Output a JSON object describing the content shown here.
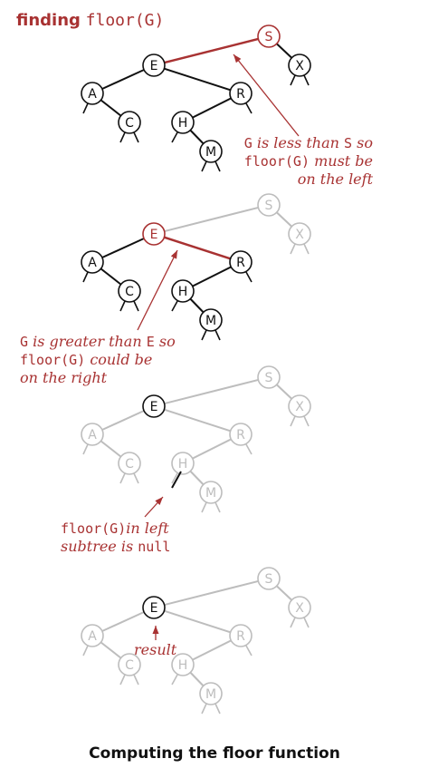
{
  "title": {
    "prefix": "finding",
    "code": "floor(G)"
  },
  "caption": "Computing the floor function",
  "colors": {
    "black": "#111111",
    "red": "#a83232",
    "gray": "#bdbdbd"
  },
  "panels": [
    {
      "id": "step1",
      "node_states": {
        "S": "red",
        "E": "black",
        "X": "black",
        "A": "black",
        "R": "black",
        "C": "black",
        "H": "black",
        "M": "black"
      },
      "edge_states": {
        "S-E": "red",
        "S-X": "black",
        "E-A": "black",
        "E-R": "black",
        "A-C": "black",
        "R-H": "black",
        "H-M": "black"
      },
      "annotation": {
        "lines": [
          [
            {
              "t": "G",
              "mono": true
            },
            {
              "t": " is less than "
            },
            {
              "t": "S",
              "mono": true
            },
            {
              "t": " so"
            }
          ],
          [
            {
              "t": "floor(G)",
              "mono": true
            },
            {
              "t": " must be"
            }
          ],
          [
            {
              "t": "on the left"
            }
          ]
        ]
      }
    },
    {
      "id": "step2",
      "node_states": {
        "S": "gray",
        "X": "gray",
        "E": "red",
        "A": "black",
        "R": "black",
        "C": "black",
        "H": "black",
        "M": "black"
      },
      "edge_states": {
        "S-E": "gray",
        "S-X": "gray",
        "E-A": "black",
        "E-R": "red",
        "A-C": "black",
        "R-H": "black",
        "H-M": "black"
      },
      "annotation": {
        "lines": [
          [
            {
              "t": "G",
              "mono": true
            },
            {
              "t": " is greater than "
            },
            {
              "t": "E",
              "mono": true
            },
            {
              "t": " so"
            }
          ],
          [
            {
              "t": "floor(G)",
              "mono": true
            },
            {
              "t": " could be"
            }
          ],
          [
            {
              "t": "on the right"
            }
          ]
        ]
      }
    },
    {
      "id": "step3",
      "node_states": {
        "S": "gray",
        "X": "gray",
        "E": "black",
        "A": "gray",
        "R": "gray",
        "C": "gray",
        "H": "gray",
        "M": "gray"
      },
      "edge_states": {
        "S-E": "gray",
        "S-X": "gray",
        "E-A": "gray",
        "E-R": "gray",
        "A-C": "gray",
        "R-H": "gray",
        "H-M": "gray"
      },
      "annotation": {
        "lines": [
          [
            {
              "t": "floor(G)",
              "mono": true
            },
            {
              "t": "in left"
            }
          ],
          [
            {
              "t": "subtree is "
            },
            {
              "t": "null",
              "mono": true
            }
          ]
        ]
      }
    },
    {
      "id": "step4",
      "node_states": {
        "S": "gray",
        "X": "gray",
        "E": "black",
        "A": "gray",
        "R": "gray",
        "C": "gray",
        "H": "gray",
        "M": "gray"
      },
      "edge_states": {
        "S-E": "gray",
        "S-X": "gray",
        "E-A": "gray",
        "E-R": "gray",
        "A-C": "gray",
        "R-H": "gray",
        "H-M": "gray"
      },
      "annotation": {
        "lines": [
          [
            {
              "t": "result"
            }
          ]
        ]
      }
    }
  ]
}
